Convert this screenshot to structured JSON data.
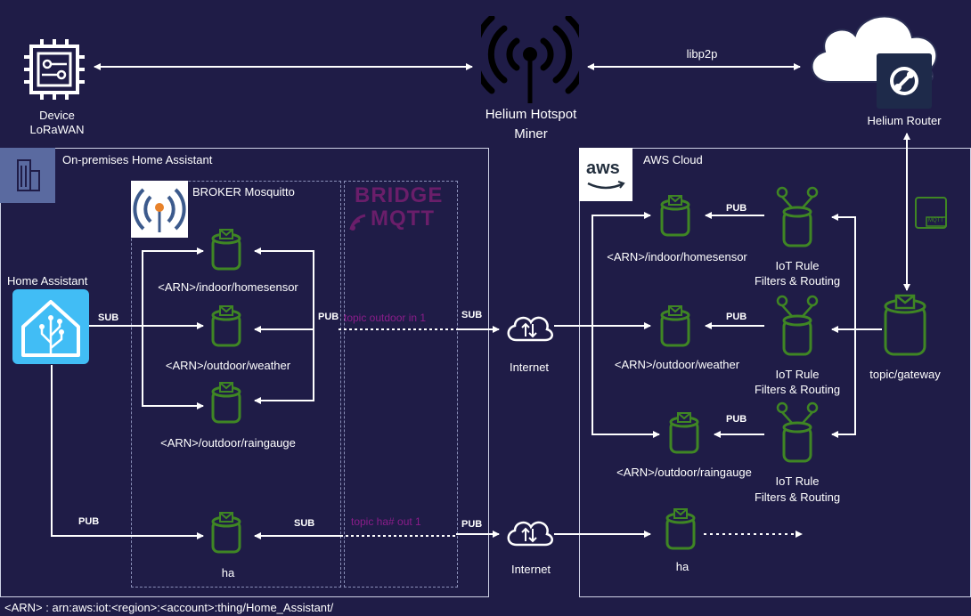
{
  "top": {
    "device_label_1": "Device",
    "device_label_2": "LoRaWAN",
    "hotspot_label_1": "Helium Hotspot",
    "hotspot_label_2": "Miner",
    "libp2p": "libp2p",
    "router_label": "Helium Router"
  },
  "onprem": {
    "title": "On-premises Home Assistant",
    "broker_title": "BROKER Mosquitto",
    "bridge_1": "BRIDGE",
    "bridge_2": "MQTT",
    "home_assistant": "Home Assistant",
    "topics": [
      "<ARN>/indoor/homesensor",
      "<ARN>/outdoor/weather",
      "<ARN>/outdoor/raingauge",
      "ha"
    ],
    "sub": "SUB",
    "pub": "PUB",
    "pub_left": "PUB",
    "sub_mid": "SUB",
    "bridge_topic_1": "topic outdoor in 1",
    "bridge_topic_2": "topic ha# out 1"
  },
  "middle": {
    "sub_right": "SUB",
    "pub_right": "PUB",
    "internet_1": "Internet",
    "internet_2": "Internet"
  },
  "aws": {
    "title": "AWS Cloud",
    "logo": "aws",
    "topics": [
      "<ARN>/indoor/homesensor",
      "<ARN>/outdoor/weather",
      "<ARN>/outdoor/raingauge",
      "ha"
    ],
    "pub": "PUB",
    "rule_1": "IoT Rule",
    "rule_2": "Filters & Routing",
    "gateway": "topic/gateway",
    "mqtt_badge": "MQTT"
  },
  "footer": "<ARN> : arn:aws:iot:<region>:<account>:thing/Home_Assistant/",
  "colors": {
    "background": "#1f1c47",
    "green": "#3f8624",
    "purple": "#8a1d8a"
  }
}
